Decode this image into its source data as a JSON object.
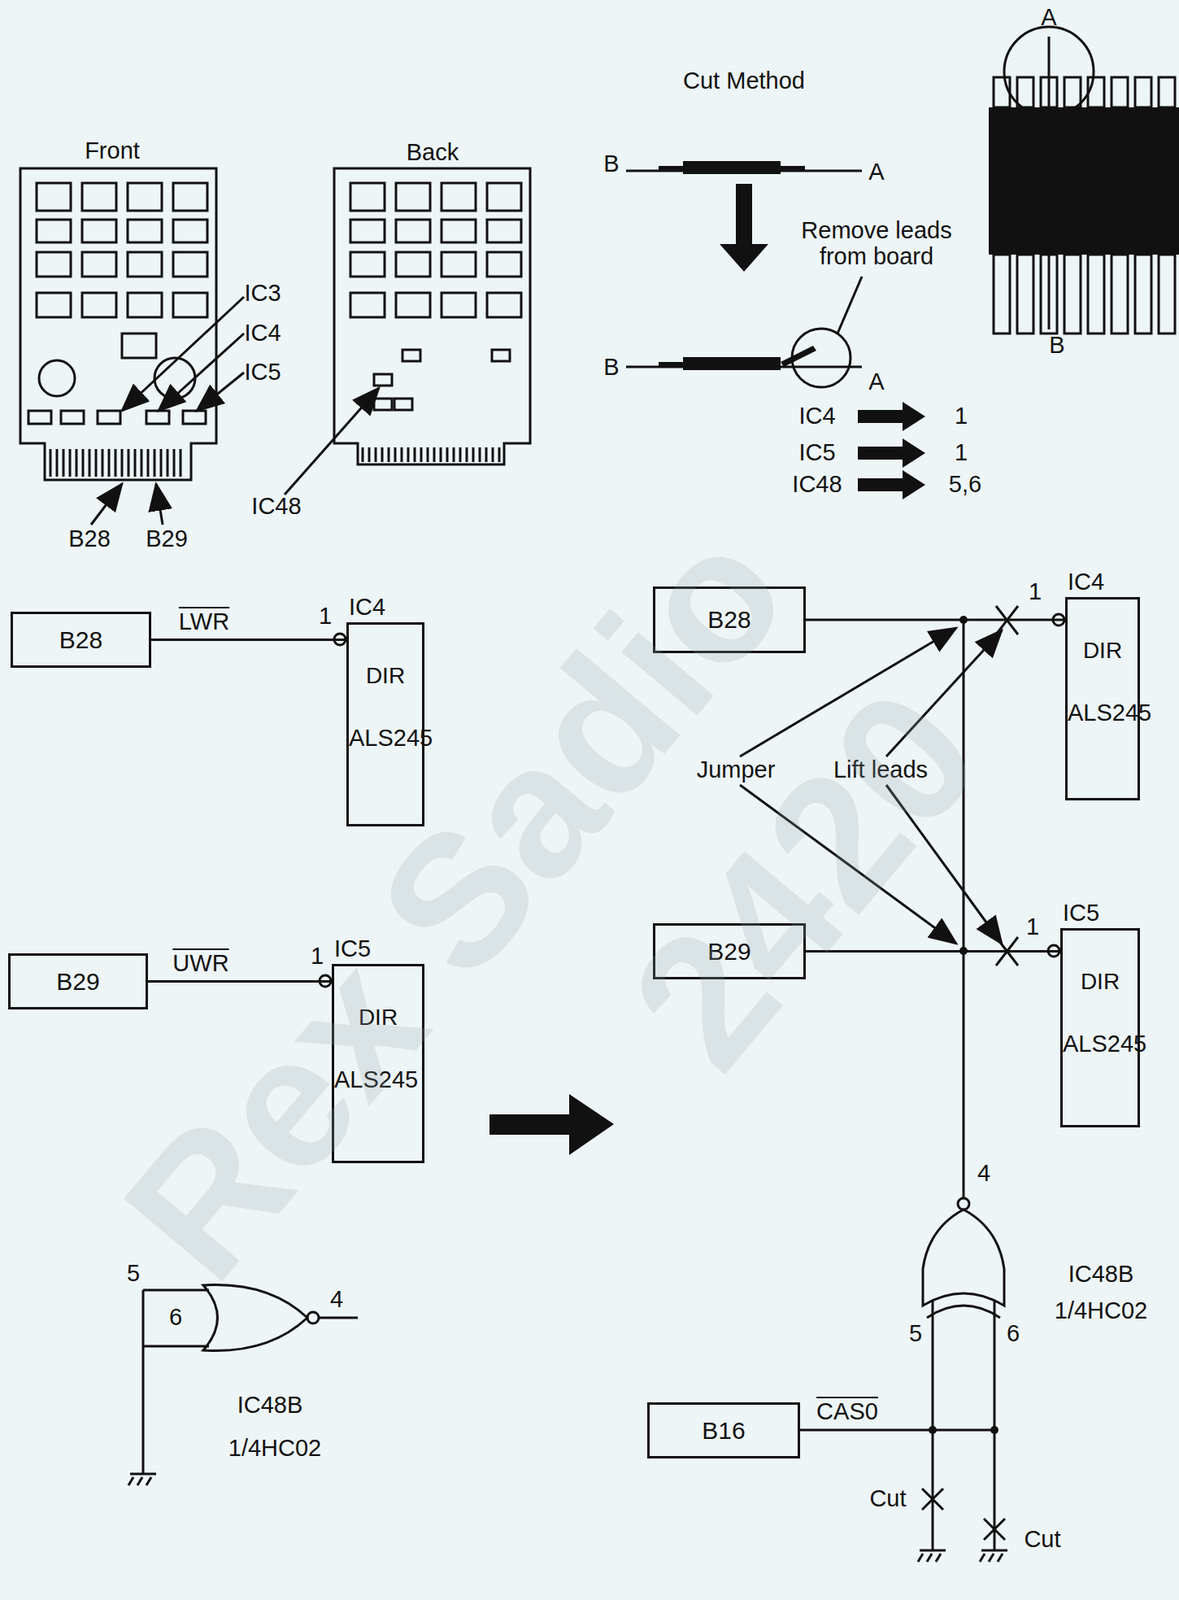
{
  "diagram": {
    "nodes": [
      {
        "text": [
          "B28"
        ]
      },
      {
        "text": [
          "IC4",
          "DIR",
          "ALS245"
        ]
      },
      {
        "text": [
          "B28"
        ]
      },
      {
        "text": [
          "IC4",
          "DIR",
          "ALS245"
        ]
      },
      {
        "text": [
          "B29"
        ]
      },
      {
        "text": [
          "IC5",
          "DIR",
          "ALS245"
        ]
      },
      {
        "text": [
          "B29"
        ]
      },
      {
        "text": [
          "IC5",
          "DIR",
          "ALS245"
        ]
      },
      {
        "text": [
          "B16"
        ]
      }
    ],
    "edges": [
      {
        "from": 0,
        "to": 1,
        "arrow": "none",
        "label": "LWR"
      },
      {
        "from": 2,
        "to": 3,
        "arrow": "none"
      },
      {
        "from": 4,
        "to": 5,
        "arrow": "none",
        "label": "UWR"
      },
      {
        "from": 6,
        "to": 7,
        "arrow": "none"
      }
    ],
    "labels": [
      "Front",
      "Back",
      "IC3",
      "IC4",
      "IC5",
      "B28",
      "B29",
      "IC48",
      "Cut Method",
      "B",
      "A",
      "Remove leads from board",
      "B",
      "A",
      "A",
      "B",
      "IC4",
      "1",
      "IC5",
      "1",
      "IC48",
      "5,6",
      "1",
      "1",
      "5",
      "6",
      "4",
      "IC48B",
      "1/4HC02",
      "1",
      "1",
      "Jumper",
      "Lift leads",
      "4",
      "5",
      "6",
      "IC48B",
      "1/4HC02",
      "CAS0",
      "Cut",
      "Cut",
      "Rex Sadio",
      "2420"
    ]
  }
}
